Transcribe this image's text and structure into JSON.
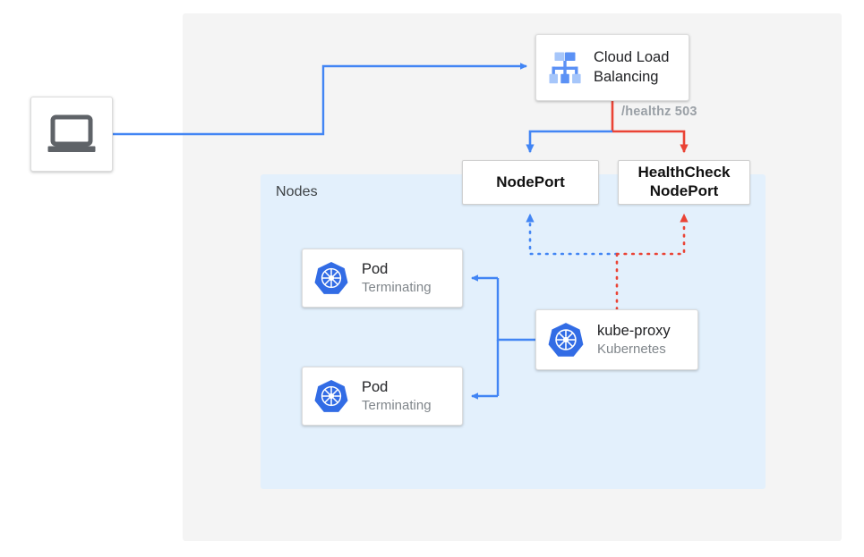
{
  "diagram": {
    "title": "Kubernetes NodePort health check with terminating pods",
    "colors": {
      "blue": "#4285f4",
      "red": "#ea4335",
      "panel_gray": "#f4f4f4",
      "panel_blue": "#e3f0fc",
      "k8s_blue": "#326ce5",
      "laptop_gray": "#5f6368",
      "text_dark": "#202124",
      "text_muted": "#80868b"
    }
  },
  "panels": {
    "outer_label": "",
    "nodes_label": "Nodes"
  },
  "nodes": {
    "client": {
      "icon": "laptop-icon",
      "label": ""
    },
    "cloud_lb": {
      "icon": "cloud-load-balancing-icon",
      "title": "Cloud Load\nBalancing"
    },
    "nodeport": {
      "label": "NodePort"
    },
    "healthcheck_nodeport": {
      "label": "HealthCheck\nNodePort"
    },
    "pod_1": {
      "icon": "kubernetes-icon",
      "title": "Pod",
      "subtitle": "Terminating"
    },
    "pod_2": {
      "icon": "kubernetes-icon",
      "title": "Pod",
      "subtitle": "Terminating"
    },
    "kube_proxy": {
      "icon": "kubernetes-icon",
      "title": "kube-proxy",
      "subtitle": "Kubernetes"
    }
  },
  "annotations": {
    "healthz": "/healthz 503"
  },
  "edges": [
    {
      "name": "client-to-cloud-lb",
      "from": "client",
      "to": "cloud_lb",
      "color": "#4285f4",
      "style": "solid"
    },
    {
      "name": "cloud-lb-to-nodeport",
      "from": "cloud_lb",
      "to": "nodeport",
      "color": "#4285f4",
      "style": "solid"
    },
    {
      "name": "cloud-lb-to-healthcheck-nodeport",
      "from": "cloud_lb",
      "to": "healthcheck_nodeport",
      "color": "#ea4335",
      "style": "solid",
      "label": "/healthz 503"
    },
    {
      "name": "kube-proxy-to-nodeport",
      "from": "kube_proxy",
      "to": "nodeport",
      "color": "#4285f4",
      "style": "dotted"
    },
    {
      "name": "kube-proxy-to-healthcheck-nodeport",
      "from": "kube_proxy",
      "to": "healthcheck_nodeport",
      "color": "#ea4335",
      "style": "dotted"
    },
    {
      "name": "kube-proxy-to-pod-1",
      "from": "kube_proxy",
      "to": "pod_1",
      "color": "#4285f4",
      "style": "solid"
    },
    {
      "name": "kube-proxy-to-pod-2",
      "from": "kube_proxy",
      "to": "pod_2",
      "color": "#4285f4",
      "style": "solid"
    }
  ]
}
